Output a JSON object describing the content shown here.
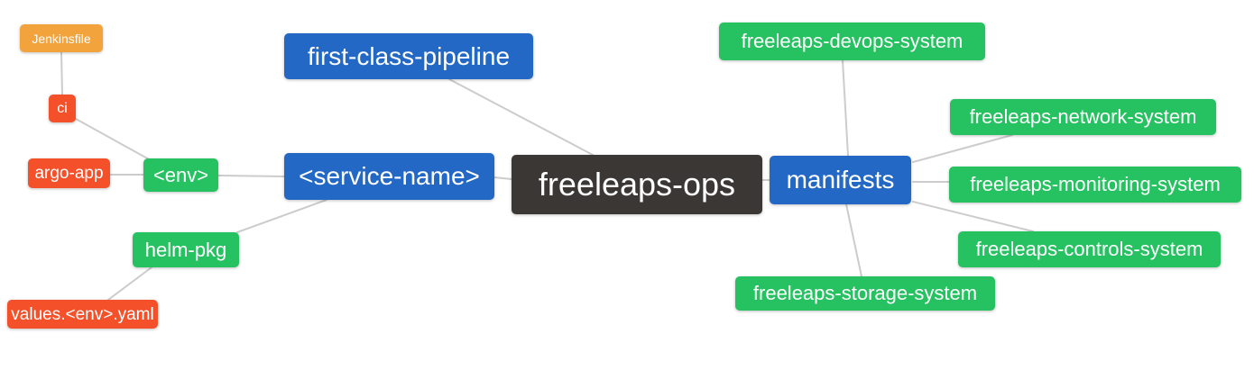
{
  "diagram": {
    "type": "mindmap",
    "root": "freeleaps-ops",
    "colors": {
      "root_node": "#3B3735",
      "branch_node": "#2368C4",
      "system_node": "#26C261",
      "leaf_node": "#F4502A",
      "jenkinsfile_node": "#F2A33C",
      "edge": "#cccccc",
      "node_text": "#ffffff",
      "background": "#ffffff"
    },
    "edges": [
      [
        "Jenkinsfile",
        "ci"
      ],
      [
        "ci",
        "<env>"
      ],
      [
        "argo-app",
        "<env>"
      ],
      [
        "<env>",
        "<service-name>"
      ],
      [
        "first-class-pipeline",
        "freeleaps-ops"
      ],
      [
        "<service-name>",
        "freeleaps-ops"
      ],
      [
        "<service-name>",
        "helm-pkg"
      ],
      [
        "helm-pkg",
        "values.<env>.yaml"
      ],
      [
        "freeleaps-ops",
        "manifests"
      ],
      [
        "manifests",
        "freeleaps-devops-system"
      ],
      [
        "manifests",
        "freeleaps-network-system"
      ],
      [
        "manifests",
        "freeleaps-monitoring-system"
      ],
      [
        "manifests",
        "freeleaps-controls-system"
      ],
      [
        "manifests",
        "freeleaps-storage-system"
      ]
    ]
  },
  "nodes": {
    "jenkinsfile": {
      "label": "Jenkinsfile"
    },
    "ci": {
      "label": "ci"
    },
    "argo_app": {
      "label": "argo-app"
    },
    "env": {
      "label": "<env>"
    },
    "service_name": {
      "label": "<service-name>"
    },
    "first_class_pipeline": {
      "label": "first-class-pipeline"
    },
    "freeleaps_ops": {
      "label": "freeleaps-ops"
    },
    "manifests": {
      "label": "manifests"
    },
    "devops_system": {
      "label": "freeleaps-devops-system"
    },
    "network_system": {
      "label": "freeleaps-network-system"
    },
    "monitoring_system": {
      "label": "freeleaps-monitoring-system"
    },
    "controls_system": {
      "label": "freeleaps-controls-system"
    },
    "storage_system": {
      "label": "freeleaps-storage-system"
    },
    "helm_pkg": {
      "label": "helm-pkg"
    },
    "values_env_yaml": {
      "label": "values.<env>.yaml"
    }
  }
}
